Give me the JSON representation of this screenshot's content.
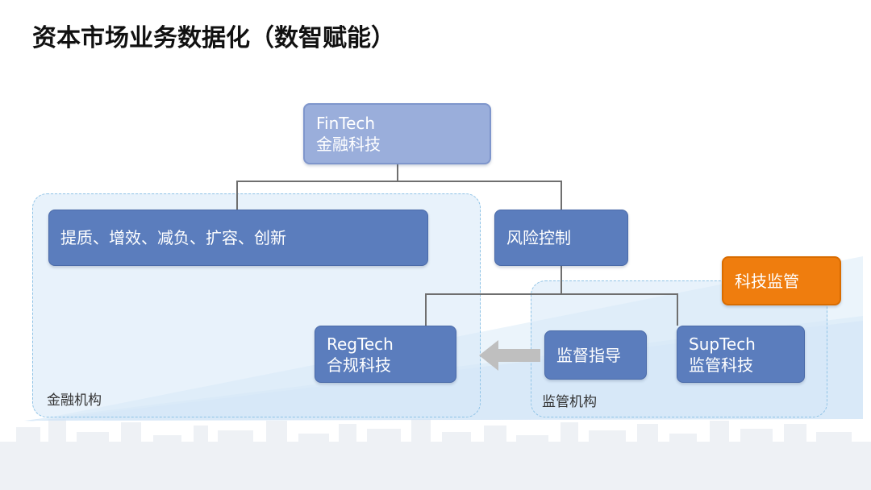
{
  "title": "资本市场业务数据化（数智赋能）",
  "nodes": {
    "fintech": {
      "line1": "FinTech",
      "line2": "金融科技"
    },
    "benefits": {
      "label": "提质、增效、减负、扩容、创新"
    },
    "risk_control": {
      "label": "风险控制"
    },
    "regtech": {
      "line1": "RegTech",
      "line2": "合规科技"
    },
    "supervision_guidance": {
      "label": "监督指导"
    },
    "suptech": {
      "line1": "SupTech",
      "line2": "监管科技"
    },
    "tech_supervision": {
      "label": "科技监管"
    }
  },
  "regions": {
    "financial_institutions": "金融机构",
    "regulatory_agencies": "监管机构"
  },
  "colors": {
    "node_dark": "#5b7dbd",
    "node_light": "#9aaedb",
    "node_orange": "#ef7d0e",
    "region_fill": "#d6e8f8",
    "region_border": "#8fc3e6"
  },
  "icons": {
    "arrow": "left-arrow-icon"
  }
}
